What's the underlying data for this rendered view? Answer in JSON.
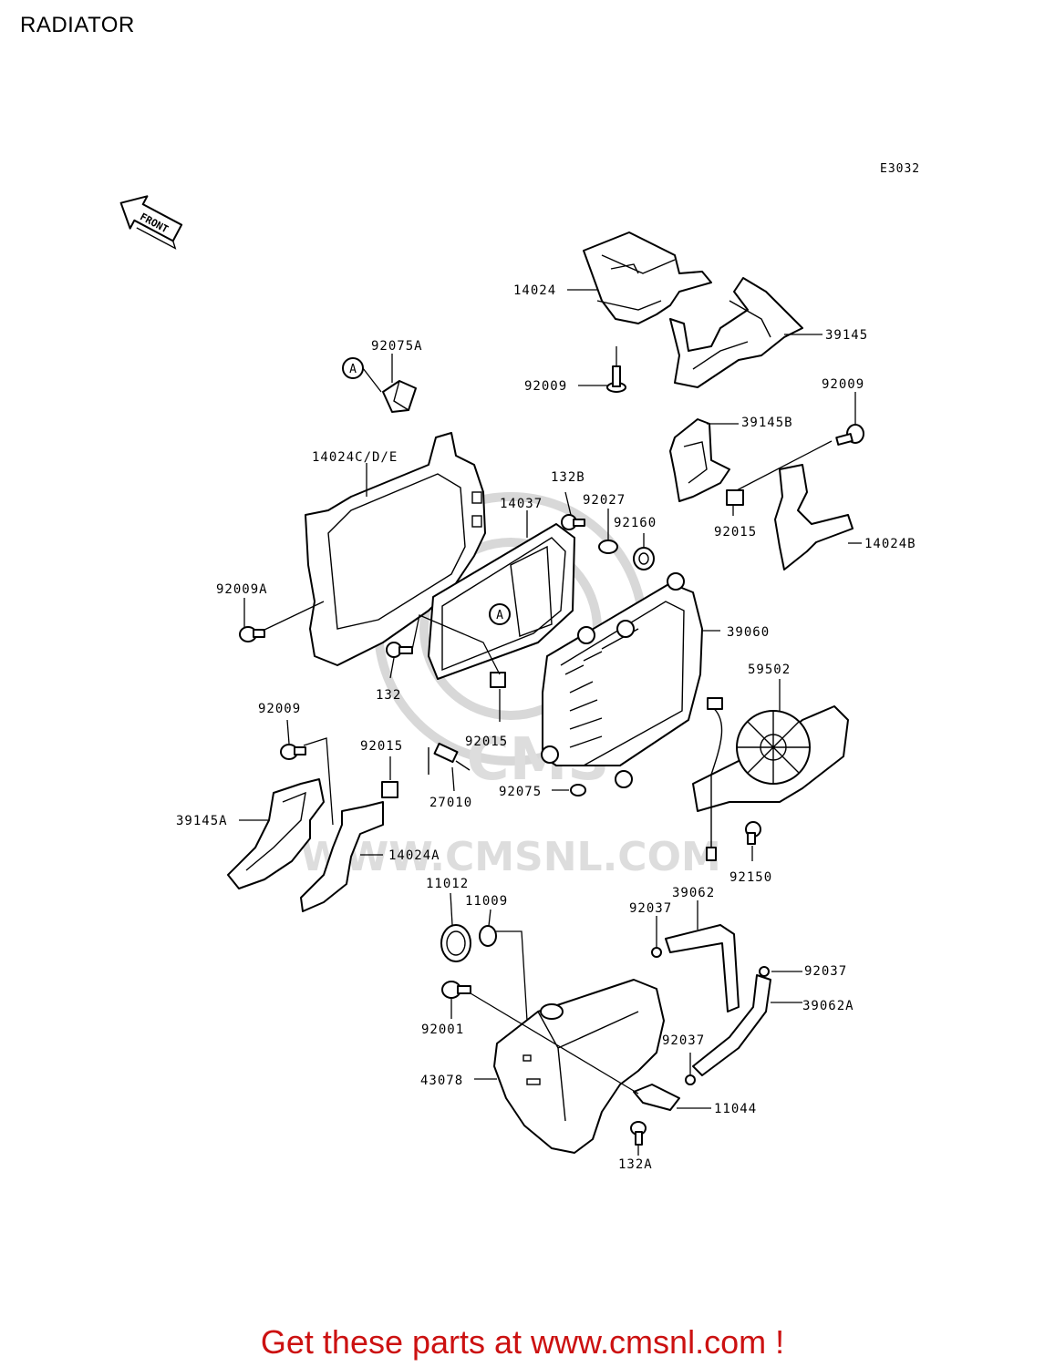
{
  "title": "RADIATOR",
  "diagram_code": "E3032",
  "front_label": "FRONT",
  "ref_marker": "A",
  "watermark": "WWW.CMSNL.COM",
  "footer": "Get these parts at www.cmsnl.com !",
  "colors": {
    "footer": "#cc1111",
    "watermark": "#dddddd",
    "line": "#000000"
  },
  "parts": {
    "p14024": "14024",
    "p39145": "39145",
    "p92009_top": "92009",
    "p92009_right": "92009",
    "p39145B": "39145B",
    "p92015_right": "92015",
    "p14024B": "14024B",
    "p92075A": "92075A",
    "p14024CDE": "14024C/D/E",
    "p132B": "132B",
    "p14037": "14037",
    "p92027": "92027",
    "p92160": "92160",
    "p92009A": "92009A",
    "p39060": "39060",
    "p132": "132",
    "p59502": "59502",
    "p92015_mid": "92015",
    "p92009_left": "92009",
    "p92015_left": "92015",
    "p92075": "92075",
    "p27010": "27010",
    "p39145A": "39145A",
    "p14024A": "14024A",
    "p92150": "92150",
    "p11012": "11012",
    "p11009": "11009",
    "p39062": "39062",
    "p92037_top": "92037",
    "p92037_right": "92037",
    "p39062A": "39062A",
    "p92001": "92001",
    "p92037_bottom": "92037",
    "p43078": "43078",
    "p11044": "11044",
    "p132A": "132A"
  }
}
